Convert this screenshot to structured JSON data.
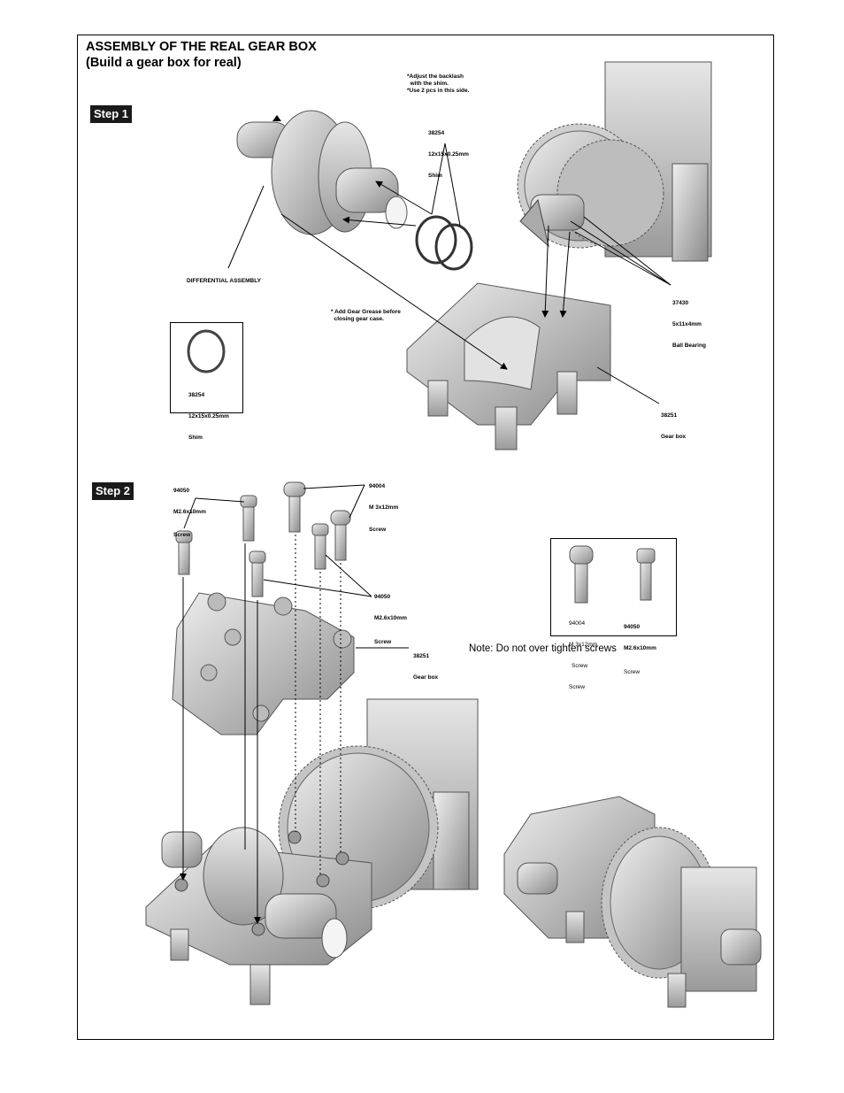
{
  "title": {
    "line1": "ASSEMBLY OF THE REAL GEAR BOX",
    "line2": "(Build a gear box for real)"
  },
  "step1": {
    "badge": "Step 1",
    "backlash_note": "*Adjust the backlash\n  with the shim.",
    "shim_count_note": "*Use 2 pcs in this side.",
    "shim_label": {
      "part": "38254",
      "size": "12x15x0.25mm",
      "name": "Shim"
    },
    "differential_label": "DIFFERENTIAL ASSEMBLY",
    "grease_note": "* Add Gear Grease before\n  closing gear case.",
    "bearing_label": {
      "part": "37430",
      "size": "5x11x4mm",
      "name": "Ball Bearing"
    },
    "gearbox_label": {
      "part": "38251",
      "name": "Gear box"
    },
    "legend_shim": {
      "part": "38254",
      "size": "12x15x0.25mm",
      "name": "Shim"
    }
  },
  "step2": {
    "badge": "Step 2",
    "screw_a": {
      "part": "94050",
      "size": "M2.6x10mm",
      "name": "Screw"
    },
    "screw_b": {
      "part": "94004",
      "size": "M 3x12mm",
      "name": "Screw"
    },
    "screw_c": {
      "part": "94050",
      "size": "M2.6x10mm",
      "name": "Screw"
    },
    "gearbox_label": {
      "part": "38251",
      "name": "Gear box"
    },
    "legend": {
      "left": {
        "part": "94004",
        "size": "M 3x12mm",
        "name1": "Screw",
        "name2": "Screw"
      },
      "right": {
        "part": "94050",
        "size": "M2.6x10mm",
        "name": "Screw"
      }
    },
    "note": "Note: Do not over tighten screws"
  }
}
